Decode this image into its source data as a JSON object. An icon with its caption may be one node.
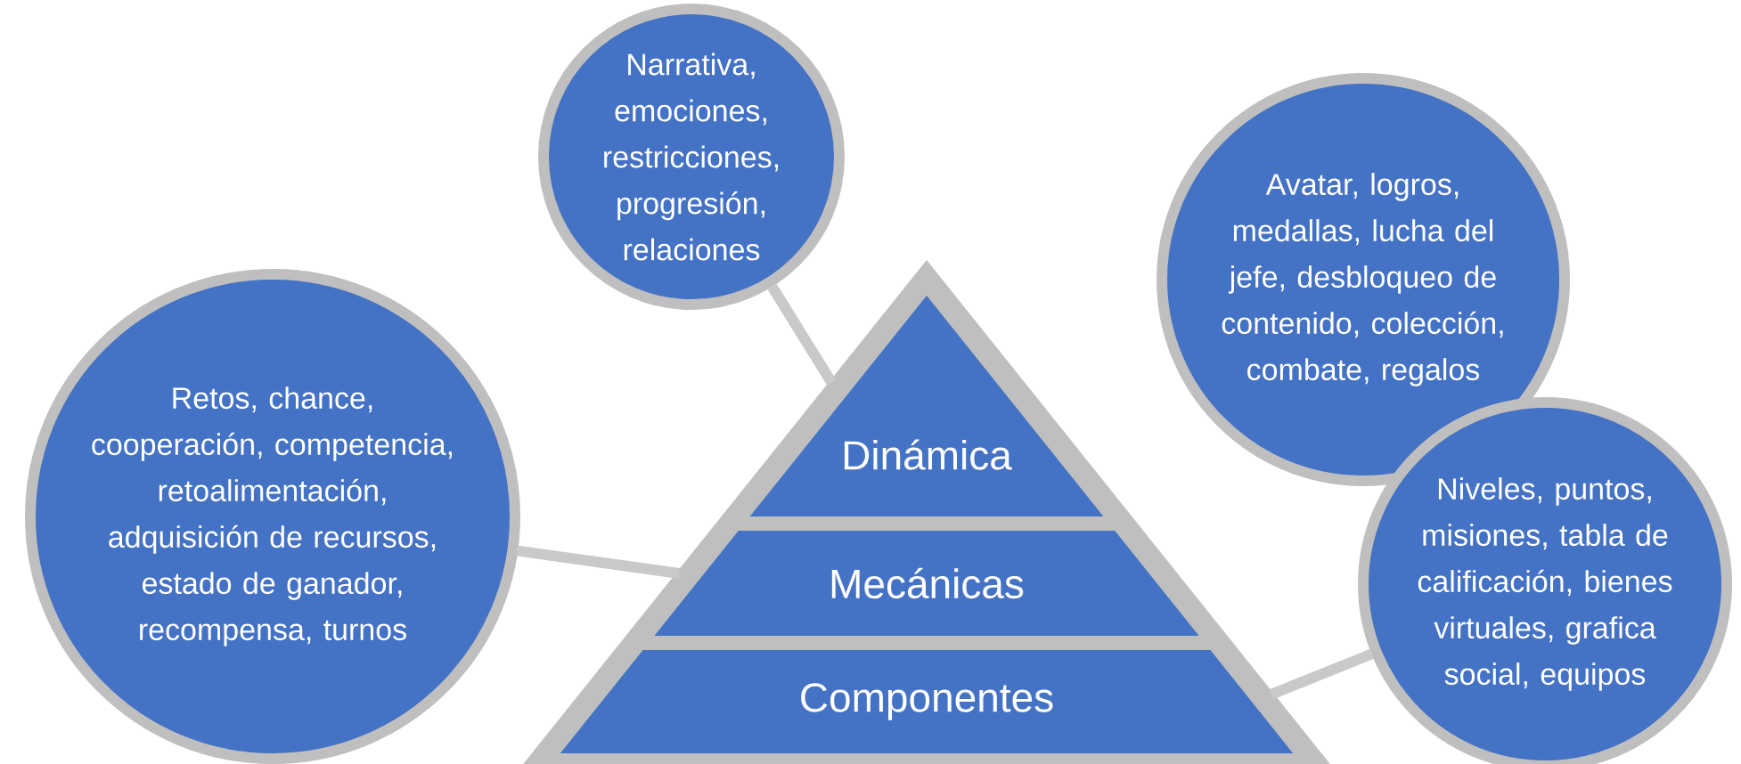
{
  "diagram": {
    "nodes": [
      {
        "text": [
          "Dinámica"
        ]
      },
      {
        "text": [
          "Mecánicas"
        ]
      },
      {
        "text": [
          "Componentes"
        ]
      },
      {
        "text": [
          "Narrativa, emociones, restricciones, progresión, relaciones"
        ]
      },
      {
        "text": [
          "Retos, chance, cooperación, competencia, retoalimentación, adquisición de recursos, estado de ganador, recompensa, turnos"
        ]
      },
      {
        "text": [
          "Avatar, logros, medallas, lucha del jefe, desbloqueo de contenido, colección, combate, regalos"
        ]
      },
      {
        "text": [
          "Niveles, puntos, misiones, tabla de calificación, bienes virtuales, grafica social, equipos"
        ]
      }
    ],
    "edges": [
      {
        "from": 3,
        "to": 0,
        "arrow": "none"
      },
      {
        "from": 4,
        "to": 1,
        "arrow": "none"
      },
      {
        "from": 6,
        "to": 2,
        "arrow": "none"
      }
    ]
  }
}
